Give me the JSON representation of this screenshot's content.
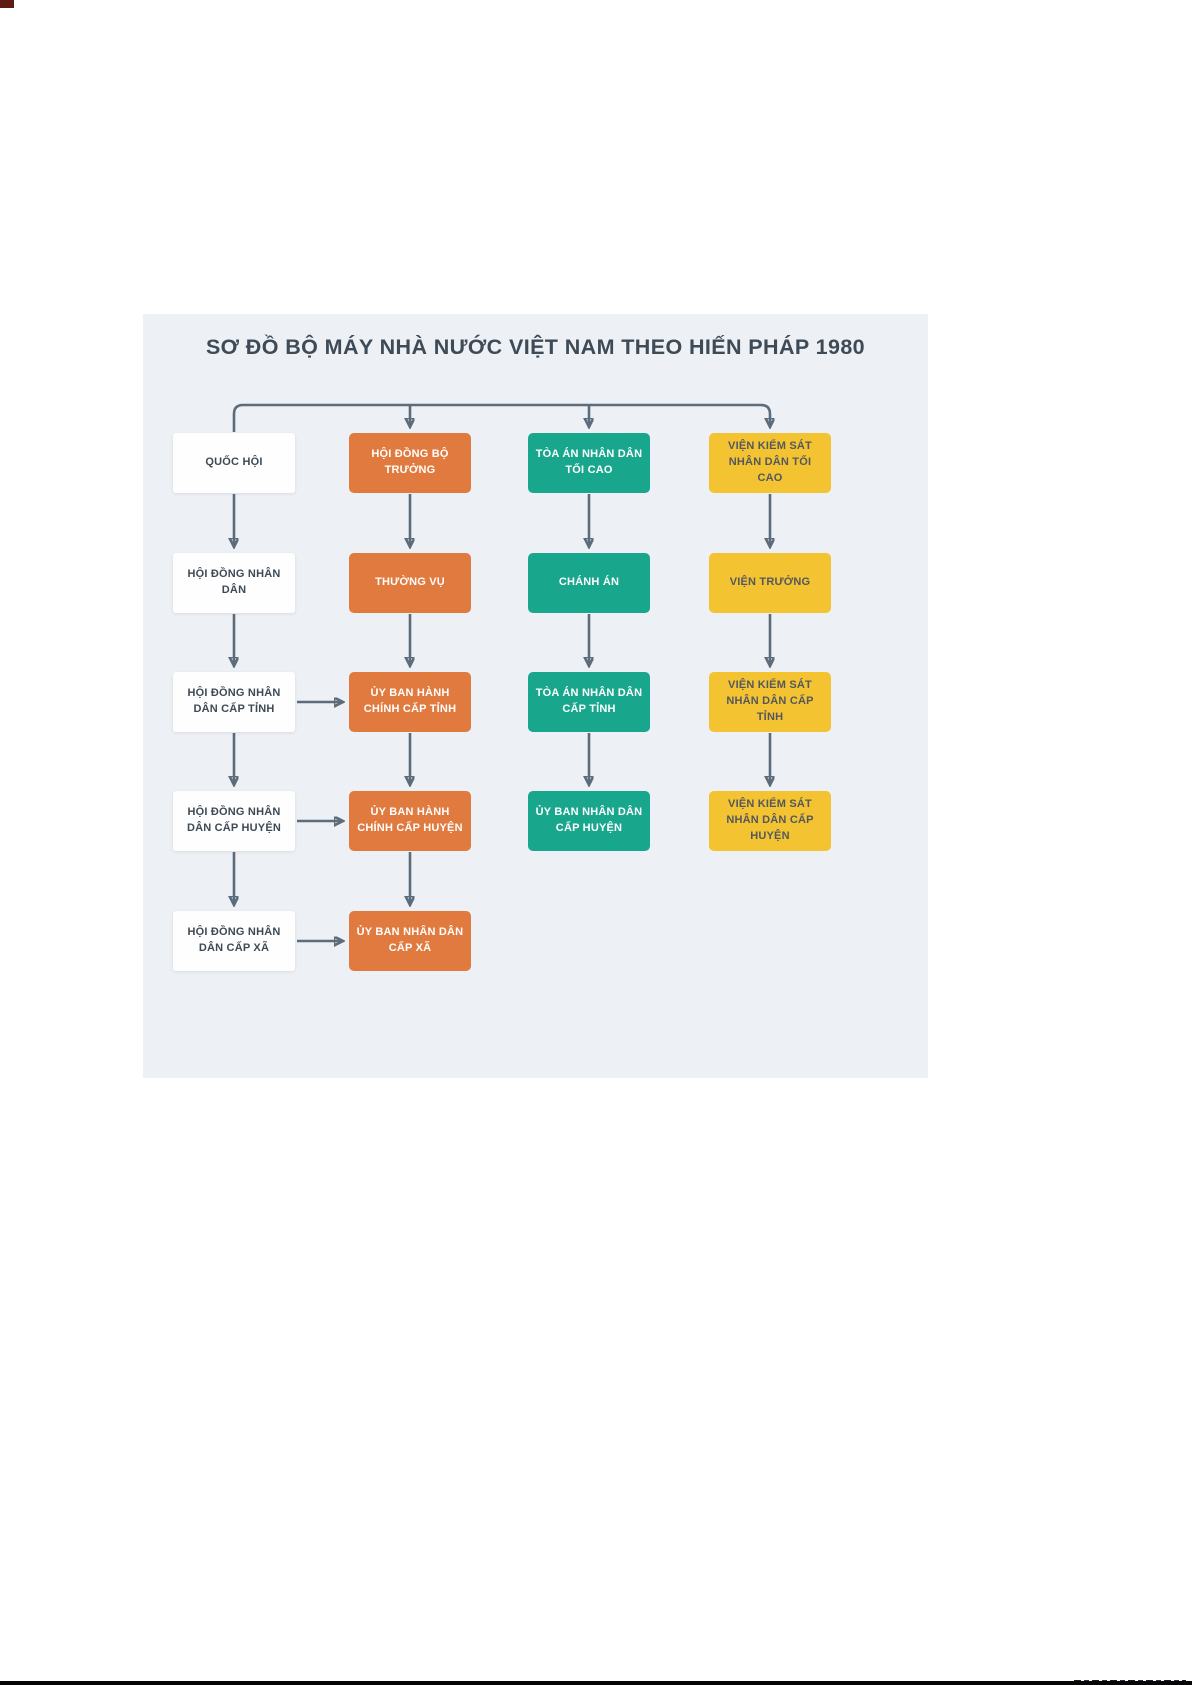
{
  "diagram": {
    "title": "SƠ ĐỒ BỘ MÁY NHÀ NƯỚC VIỆT NAM THEO HIẾN PHÁP 1980",
    "panel_color": "#edf0f4",
    "connector_color": "#5d6c7b",
    "title_color": "#3e4a56",
    "columns": [
      {
        "name": "hoi-dong-nhan-dan",
        "box_color": "#fefefe",
        "text_color": "#3e4a56",
        "boxes": [
          "QUỐC HỘI",
          "HỘI ĐỒNG NHÂN DÂN",
          "HỘI ĐỒNG NHÂN DÂN CẤP TỈNH",
          "HỘI ĐỒNG NHÂN DÂN CẤP HUYỆN",
          "HỘI ĐỒNG NHÂN DÂN CẤP XÃ"
        ]
      },
      {
        "name": "hanh-phap",
        "box_color": "#e17a3e",
        "text_color": "#ffffff",
        "boxes": [
          "HỘI ĐỒNG BỘ TRƯỞNG",
          "THƯỜNG VỤ",
          "ỦY BAN HÀNH CHÍNH CẤP TỈNH",
          "ỦY BAN HÀNH CHÍNH CẤP HUYỆN",
          "ỦY BAN NHÂN DÂN CẤP XÃ"
        ]
      },
      {
        "name": "toa-an",
        "box_color": "#18a68d",
        "text_color": "#ffffff",
        "boxes": [
          "TÒA ÁN NHÂN DÂN TỐI CAO",
          "CHÁNH ÁN",
          "TÒA ÁN NHÂN DÂN CẤP TỈNH",
          "ỦY BAN NHÂN DÂN CẤP HUYỆN"
        ]
      },
      {
        "name": "vien-kiem-sat",
        "box_color": "#f3c331",
        "text_color": "#54585e",
        "boxes": [
          "VIỆN KIỂM SÁT NHÂN DÂN TỐI CAO",
          "VIỆN TRƯỞNG",
          "VIỆN KIỂM SÁT NHÂN DÂN CẤP TỈNH",
          "VIỆN KIỂM SÁT NHÂN DÂN CẤP HUYỆN"
        ]
      }
    ]
  }
}
